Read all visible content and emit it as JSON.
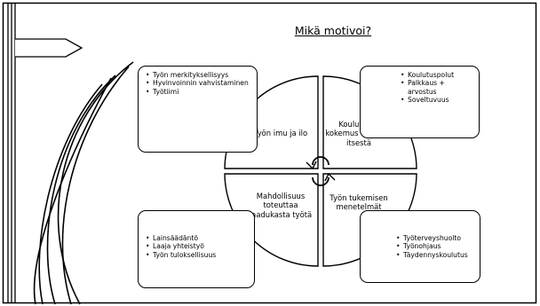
{
  "slide": {
    "title": "Mikä motivoi?"
  },
  "quadrants": {
    "top_left": "Työn imu ja ilo",
    "top_right": "Koulutus & kokemus alasta ja itsestä",
    "bottom_left": "Mahdollisuus toteuttaa laadukasta työtä",
    "bottom_right": "Työn tukemisen menetelmät"
  },
  "boxes": {
    "top_left": [
      "Työn merkityksellisyys",
      "Hyvinvoinnin vahvistaminen",
      "Työtiimi"
    ],
    "top_right": [
      "Koulutuspolut",
      "Palkkaus + arvostus",
      "Soveltuvuus"
    ],
    "bottom_left": [
      "Lainsäädäntö",
      "Laaja yhteistyö",
      "Työn tuloksellisuus"
    ],
    "bottom_right": [
      "Työterveyshuolto",
      "Työnohjaus",
      "Täydennyskoulutus"
    ]
  }
}
